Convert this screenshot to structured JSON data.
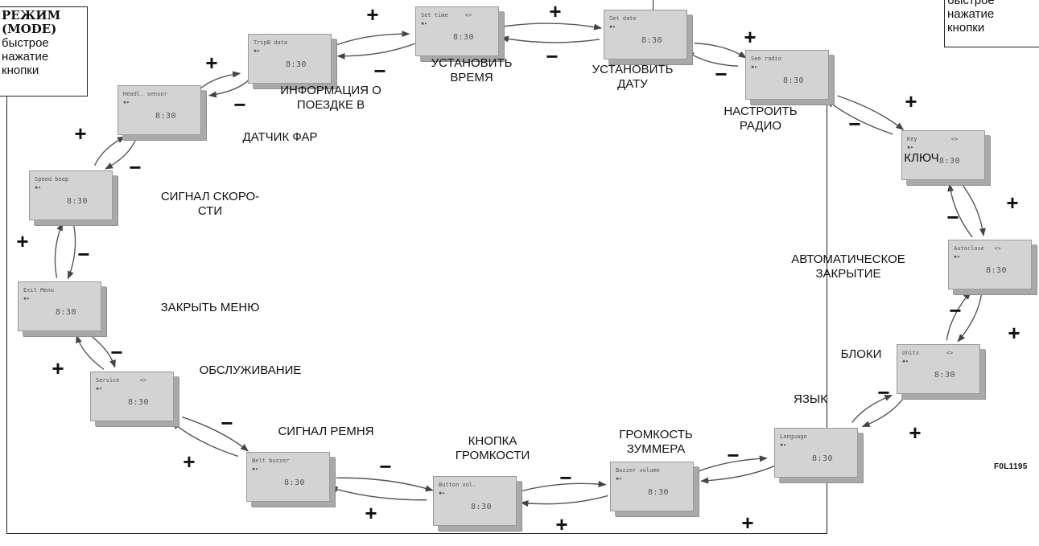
{
  "mode_left": {
    "title": "РЕЖИМ",
    "title2": "(MODE)",
    "line1": "быстрое",
    "line2": "нажатие",
    "line3": "кнопки"
  },
  "mode_right": {
    "line1": "быстрое",
    "line2": "нажатие",
    "line3": "кнопки"
  },
  "figure_code": "F0L1195",
  "time": "8:30",
  "plus_sign": "+",
  "minus_sign": "−",
  "menu": [
    {
      "screen_text": "Set time     <>",
      "caption": "УСТАНОВИТЬ\nВРЕМЯ"
    },
    {
      "screen_text": "Set date",
      "caption": "УСТАНОВИТЬ\nДАТУ"
    },
    {
      "screen_text": "See radio",
      "caption": "НАСТРОИТЬ\nРАДИО"
    },
    {
      "screen_text": "Key          <>",
      "caption": "КЛЮЧ"
    },
    {
      "screen_text": "Autoclose   <>",
      "caption": "АВТОМАТИЧЕСКОЕ\nЗАКРЫТИЕ"
    },
    {
      "screen_text": "Units        <>",
      "caption": "БЛОКИ"
    },
    {
      "screen_text": "Language",
      "caption": "ЯЗЫК"
    },
    {
      "screen_text": "Buzzer volume",
      "caption": "ГРОМКОСТЬ\nЗУММЕРА"
    },
    {
      "screen_text": "Button vol.",
      "caption": "КНОПКА\nГРОМКОСТИ"
    },
    {
      "screen_text": "Belt buzzer",
      "caption": "СИГНАЛ РЕМНЯ"
    },
    {
      "screen_text": "Service      <>",
      "caption": "ОБСЛУЖИВАНИЕ"
    },
    {
      "screen_text": "Exit Menu",
      "caption": "ЗАКРЫТЬ МЕНЮ"
    },
    {
      "screen_text": "Speed beep",
      "caption": "СИГНАЛ СКОРО-\nСТИ"
    },
    {
      "screen_text": "Headl. sensor",
      "caption": "ДАТЧИК ФАР"
    },
    {
      "screen_text": "TripB data",
      "caption": "ИНФОРМАЦИЯ О\nПОЕЗДКЕ В"
    }
  ]
}
